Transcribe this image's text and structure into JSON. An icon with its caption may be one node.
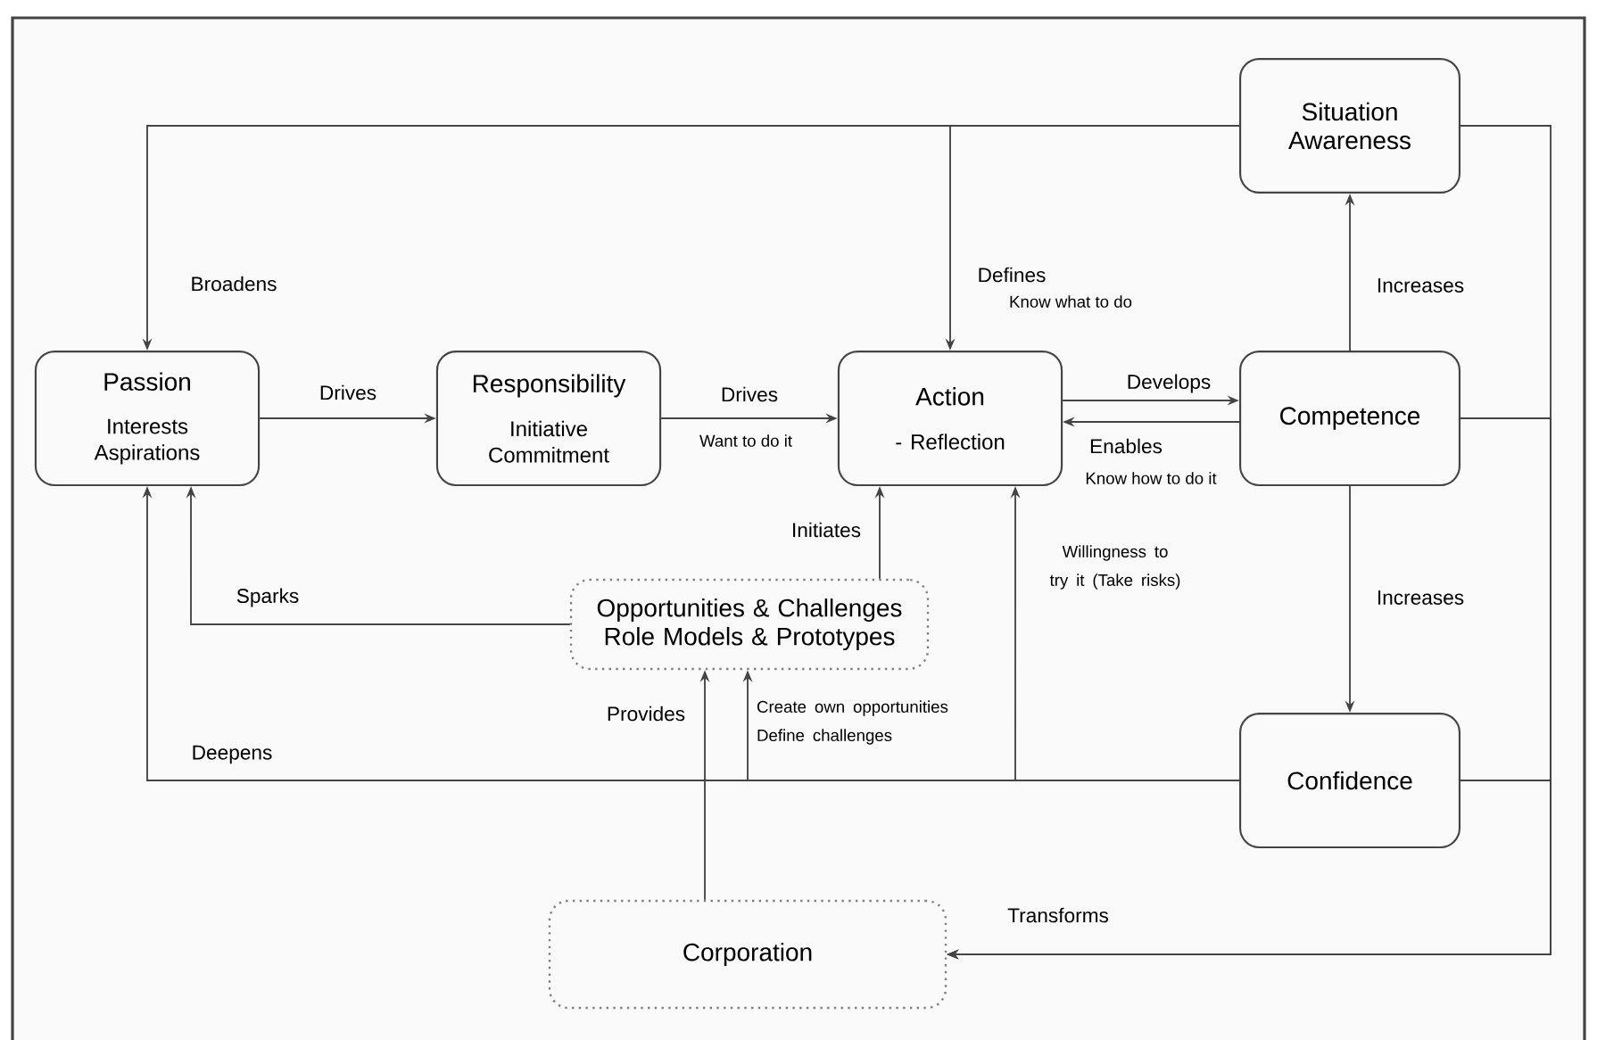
{
  "diagram": {
    "nodes": [
      {
        "text": [
          "Passion",
          "Interests Aspirations"
        ]
      },
      {
        "text": [
          "Responsibility",
          "Initiative Commitment"
        ]
      },
      {
        "text": [
          "Action",
          "- Reflection"
        ]
      },
      {
        "text": [
          "Situation Awareness"
        ]
      },
      {
        "text": [
          "Competence"
        ]
      },
      {
        "text": [
          "Opportunities & Challenges Role Models & Prototypes"
        ]
      },
      {
        "text": [
          "Confidence"
        ]
      },
      {
        "text": [
          "Corporation"
        ]
      }
    ],
    "edges": [
      {
        "from": 0,
        "to": 1,
        "arrow": "to",
        "label": "Drives"
      },
      {
        "from": 1,
        "to": 2,
        "arrow": "to",
        "label": "Drives"
      },
      {
        "from": 2,
        "to": 4,
        "arrow": "to",
        "label": "Develops"
      },
      {
        "from": 4,
        "to": 2,
        "arrow": "to",
        "label": "Enables"
      },
      {
        "from": 4,
        "to": 3,
        "arrow": "to",
        "label": "Increases"
      },
      {
        "from": 4,
        "to": 6,
        "arrow": "to",
        "label": "Increases"
      },
      {
        "from": 3,
        "to": 0,
        "arrow": "to",
        "label": "Broadens"
      },
      {
        "from": 3,
        "to": 2,
        "arrow": "to",
        "label": "Defines"
      },
      {
        "from": 5,
        "to": 0,
        "arrow": "to",
        "label": "Sparks"
      },
      {
        "from": 5,
        "to": 2,
        "arrow": "to",
        "label": "Initiates"
      },
      {
        "from": 6,
        "to": 0,
        "arrow": "to",
        "label": "Deepens"
      },
      {
        "from": 6,
        "to": 2,
        "arrow": "to",
        "label": "Willingness to try it (Take risks)"
      },
      {
        "from": 6,
        "to": 5,
        "arrow": "to",
        "label": "Create own opportunities Define challenges"
      },
      {
        "from": 7,
        "to": 5,
        "arrow": "to",
        "label": "Provides"
      },
      {
        "from": 3,
        "to": 7,
        "arrow": "to",
        "label": "Transforms"
      },
      {
        "from": 4,
        "to": 7,
        "arrow": "to"
      },
      {
        "from": 6,
        "to": 7,
        "arrow": "to"
      }
    ],
    "labels": [
      "Know what to do",
      "Want to do it",
      "Know how to do it"
    ]
  }
}
